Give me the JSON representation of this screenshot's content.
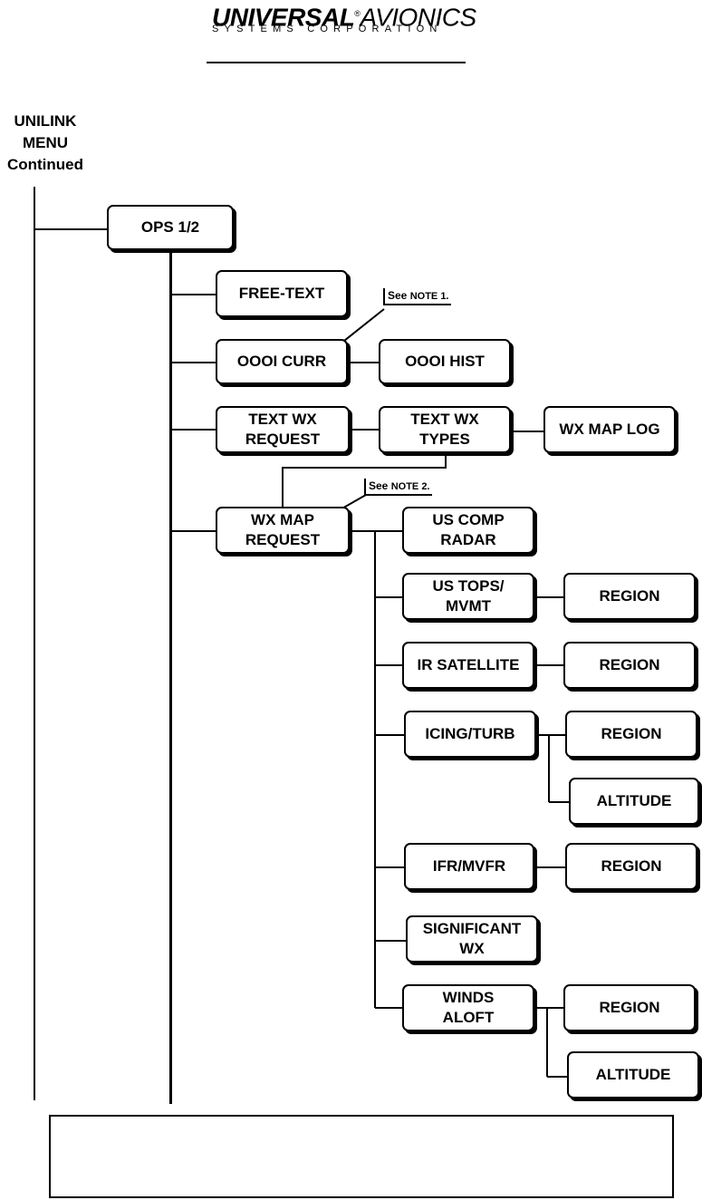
{
  "header": {
    "brand_bold": "UNIVERSAL",
    "brand_registered": "®",
    "brand_rest": "AVIONICS",
    "brand_sub": "SYSTEMS CORPORATION"
  },
  "side_title": [
    "UNILINK",
    "MENU",
    "Continued"
  ],
  "nodes": {
    "ops": [
      "OPS 1/2"
    ],
    "free_text": [
      "FREE-TEXT"
    ],
    "oooi_curr": [
      "OOOI CURR"
    ],
    "oooi_hist": [
      "OOOI HIST"
    ],
    "text_wx_request": [
      "TEXT WX",
      "REQUEST"
    ],
    "text_wx_types": [
      "TEXT WX",
      "TYPES"
    ],
    "wx_map_log": [
      "WX MAP LOG"
    ],
    "wx_map_request": [
      "WX MAP",
      "REQUEST"
    ],
    "us_comp_radar": [
      "US COMP",
      "RADAR"
    ],
    "us_tops_mvmt": [
      "US TOPS/",
      "MVMT"
    ],
    "region_1": [
      "REGION"
    ],
    "ir_satellite": [
      "IR SATELLITE"
    ],
    "region_2": [
      "REGION"
    ],
    "icing_turb": [
      "ICING/TURB"
    ],
    "region_3": [
      "REGION"
    ],
    "altitude_1": [
      "ALTITUDE"
    ],
    "ifr_mvfr": [
      "IFR/MVFR"
    ],
    "region_4": [
      "REGION"
    ],
    "significant_wx": [
      "SIGNIFICANT",
      "WX"
    ],
    "winds_aloft": [
      "WINDS",
      "ALOFT"
    ],
    "region_5": [
      "REGION"
    ],
    "altitude_2": [
      "ALTITUDE"
    ]
  },
  "notes": {
    "note1_see": "See",
    "note1_rest": "NOTE 1.",
    "note2_see": "See",
    "note2_rest": "NOTE 2."
  },
  "footer": {
    "text": ""
  }
}
